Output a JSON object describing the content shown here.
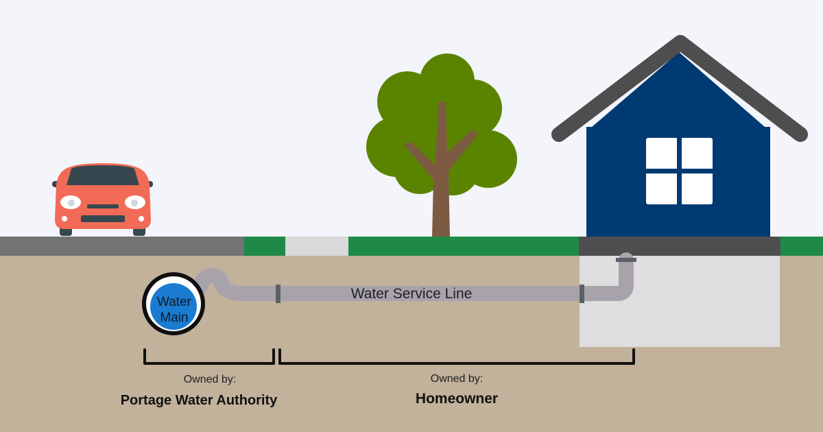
{
  "water_main": {
    "line1": "Water",
    "line2": "Main"
  },
  "service_line": {
    "label": "Water Service Line"
  },
  "ownership": {
    "authority": {
      "caption": "Owned by:",
      "owner": "Portage Water Authority"
    },
    "homeowner": {
      "caption": "Owned by:",
      "owner": "Homeowner"
    }
  },
  "colors": {
    "sky": "#f3f5fa",
    "soil": "#c2b19b",
    "grass": "#1f8a48",
    "road": "#737373",
    "sidewalk": "#d9d9d9",
    "pipe": "#a8a3ab",
    "pipe_joint": "#5c5f66",
    "house": "#003a73",
    "roof": "#4e4e4e",
    "foundation": "#dedede",
    "car": "#f26b57",
    "tree_leaves": "#5a8400",
    "tree_trunk": "#7d5a42",
    "water": "#1a7bd0"
  },
  "icons": [
    "car-icon",
    "tree-icon",
    "house-icon"
  ]
}
